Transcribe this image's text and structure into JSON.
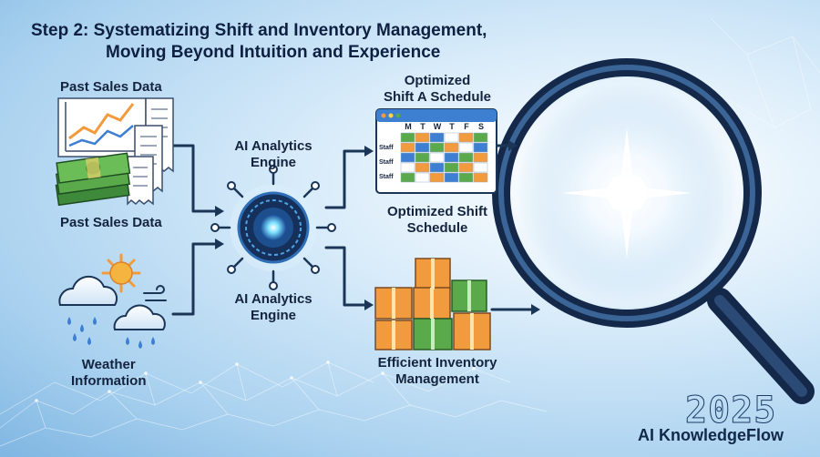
{
  "title": {
    "line1": "Step 2: Systematizing Shift and Inventory Management,",
    "line2": "Moving Beyond Intuition and Experience"
  },
  "inputs": {
    "sales_top": "Past Sales Data",
    "sales_bottom": "Past Sales Data",
    "weather": [
      "Weather",
      "Information"
    ]
  },
  "engine": {
    "top": [
      "AI Analytics",
      "Engine"
    ],
    "bottom": [
      "AI Analytics",
      "Engine"
    ]
  },
  "outputs": {
    "schedule_top": [
      "Optimized",
      "Shift A Schedule"
    ],
    "schedule_bottom": [
      "Optimized Shift",
      "Schedule"
    ],
    "inventory": [
      "Efficient Inventory",
      "Management"
    ]
  },
  "schedule_grid": {
    "days": [
      "M",
      "T",
      "W",
      "T",
      "F",
      "S"
    ],
    "row_labels": [
      "Staff",
      "Staff",
      "Staff"
    ]
  },
  "branding": {
    "year": "2025",
    "name": "AI KnowledgeFlow"
  },
  "colors": {
    "navy": "#1b3556",
    "orange": "#f19a3e",
    "green": "#5aaa4c",
    "blue": "#3d7fd0"
  }
}
